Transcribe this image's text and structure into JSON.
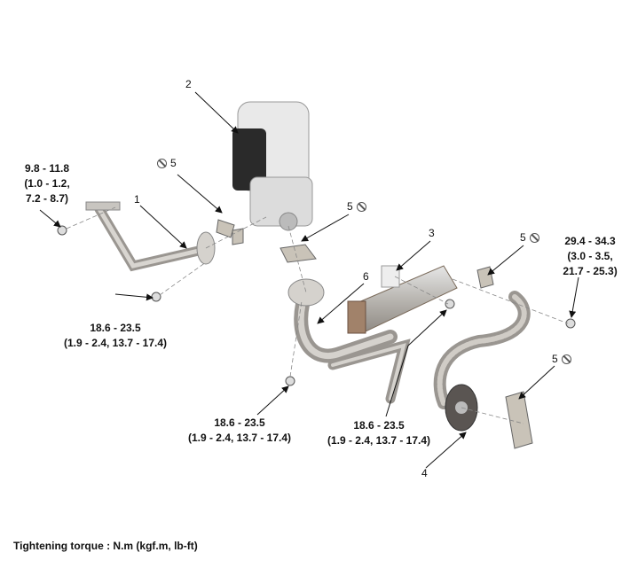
{
  "callouts": {
    "egr_pipe": "1",
    "egr_valve": "2",
    "egr_cooler": "3",
    "egr_pipe_lower": "4",
    "gasket": "5",
    "coolant_pipe": "6"
  },
  "torques": {
    "egr_pipe_bolt_upper": {
      "nm": "9.8 - 11.8",
      "kgf_line1": "(1.0 - 1.2,",
      "lbft_line2": "7.2 - 8.7)"
    },
    "egr_pipe_bolt_lower": {
      "nm": "18.6 - 23.5",
      "alt": "(1.9 - 2.4, 13.7 - 17.4)"
    },
    "coolant_pipe_bolt": {
      "nm": "18.6 - 23.5",
      "alt": "(1.9 - 2.4, 13.7 - 17.4)"
    },
    "cooler_bolt": {
      "nm": "18.6 - 23.5",
      "alt": "(1.9 - 2.4, 13.7 - 17.4)"
    },
    "nut": {
      "nm": "29.4 - 34.3",
      "kgf_line1": "(3.0 - 3.5,",
      "lbft_line2": "21.7 - 25.3)"
    }
  },
  "footer": "Tightening torque : N.m (kgf.m, lb-ft)"
}
